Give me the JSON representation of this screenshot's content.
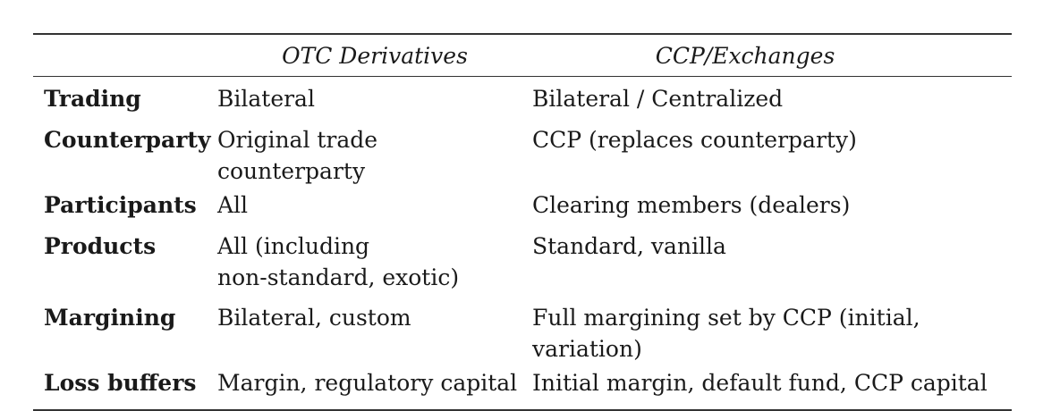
{
  "table": {
    "headers": {
      "label": "",
      "otc": "OTC Derivatives",
      "ccp": "CCP/Exchanges"
    },
    "rows": [
      {
        "label": "Trading",
        "otc": "Bilateral",
        "ccp": "Bilateral / Centralized"
      },
      {
        "label": "Counterparty",
        "otc": "Original trade counterparty",
        "ccp": "CCP (replaces counterparty)"
      },
      {
        "label": "Participants",
        "otc": "All",
        "ccp": "Clearing members (dealers)"
      },
      {
        "label": "Products",
        "otc_line1": "All (including",
        "otc_line2": "non-standard, exotic)",
        "ccp": "Standard, vanilla"
      },
      {
        "label": "Margining",
        "otc": "Bilateral, custom",
        "ccp": "Full margining set by CCP (initial, variation)"
      },
      {
        "label": "Loss buffers",
        "otc": "Margin, regulatory capital",
        "ccp": "Initial margin, default fund, CCP capital"
      }
    ]
  }
}
